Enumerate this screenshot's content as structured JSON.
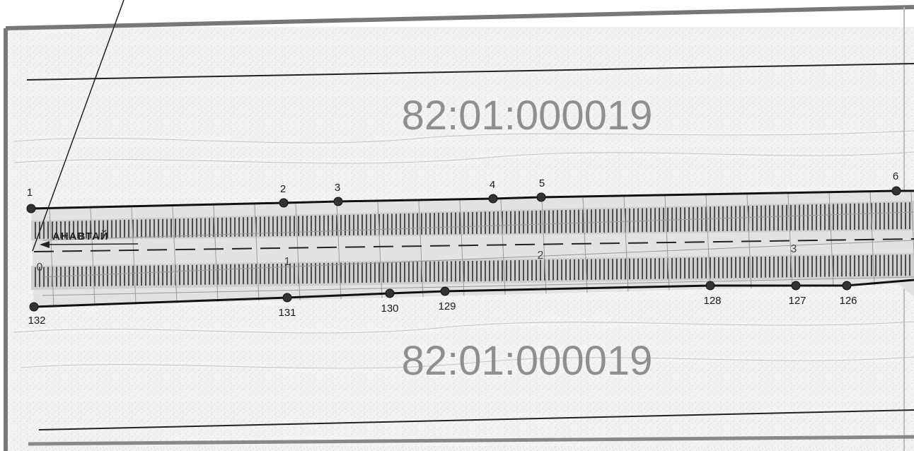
{
  "map": {
    "cadastral_blocks": [
      "82:01:000019",
      "82:01:000019"
    ],
    "road_name": "АНАВТАЙ",
    "chainage_marks": [
      "0",
      "1",
      "2",
      "3"
    ],
    "boundary_points_north": [
      "1",
      "2",
      "3",
      "4",
      "5",
      "6"
    ],
    "boundary_points_south": [
      "132",
      "131",
      "130",
      "129",
      "128",
      "127",
      "126"
    ]
  }
}
